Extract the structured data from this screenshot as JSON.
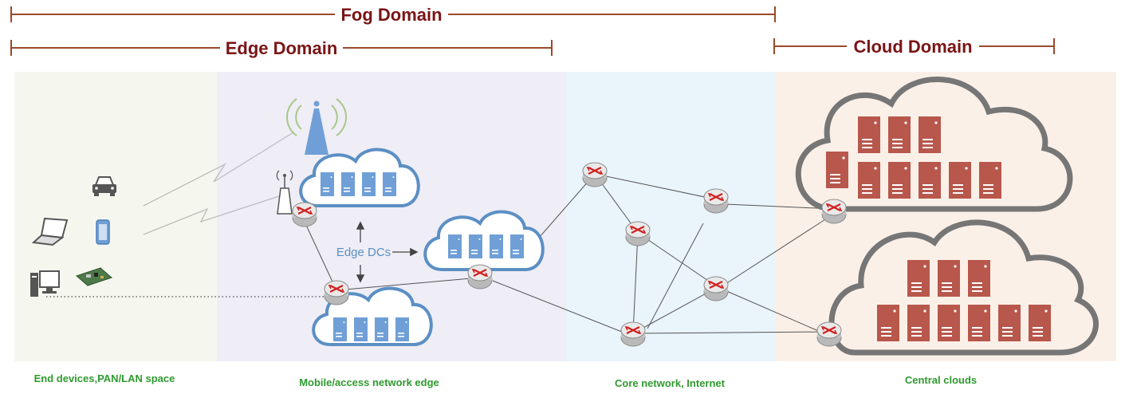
{
  "domains": {
    "fog": "Fog Domain",
    "edge": "Edge Domain",
    "cloud": "Cloud Domain"
  },
  "zones": {
    "end_devices": "End devices,PAN/LAN space",
    "mobile_edge": "Mobile/access network edge",
    "core": "Core network, Internet",
    "central": "Central clouds"
  },
  "edge_dcs_label": "Edge DCs",
  "colors": {
    "bracket": "#9a4a2a",
    "domain_text": "#7a1416",
    "zone_text": "#2f9a2f",
    "edge_cloud": "#5b8fc4",
    "central_cloud": "#767676",
    "server_blue": "#6f9fd6",
    "server_red": "#b8574c",
    "zone_end_devices_bg": "#f5f7ef",
    "zone_mobile_edge_bg": "#efedf6",
    "zone_core_bg": "#eaf4fb",
    "zone_central_bg": "#fbf0e8"
  },
  "icons": [
    "laptop-icon",
    "car-icon",
    "smartphone-icon",
    "desktop-computer-icon",
    "circuit-board-icon",
    "cell-tower-icon",
    "antenna-icon",
    "router-icon",
    "server-icon"
  ]
}
